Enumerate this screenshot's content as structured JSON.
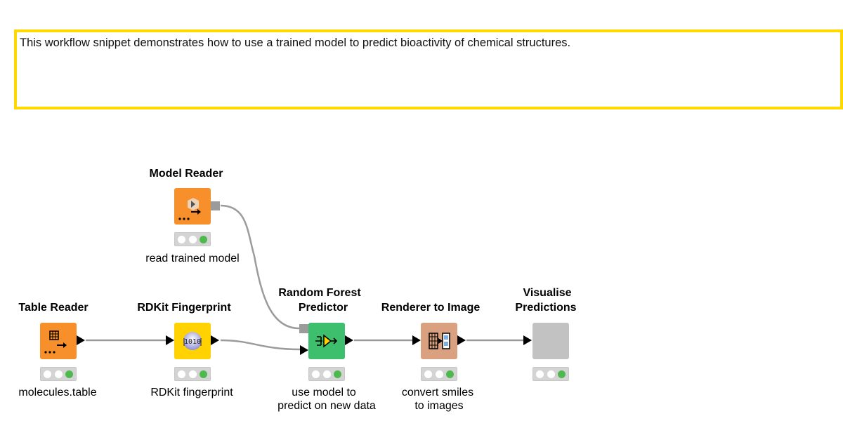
{
  "annotation": {
    "text": "This workflow snippet demonstrates how to use a trained model to predict bioactivity of chemical structures.",
    "border_color": "#ffd800"
  },
  "nodes": {
    "model_reader": {
      "title": "Model Reader",
      "label": "read trained model",
      "color": "#f7902b",
      "icon": "model-reader-icon",
      "status": "green"
    },
    "table_reader": {
      "title": "Table Reader",
      "label": "molecules.table",
      "color": "#f7902b",
      "icon": "table-reader-icon",
      "status": "green"
    },
    "rdkit_fingerprint": {
      "title": "RDKit Fingerprint",
      "label": "RDKit fingerprint",
      "color": "#ffd200",
      "icon": "fingerprint-icon",
      "status": "green"
    },
    "rf_predictor": {
      "title_line1": "Random Forest",
      "title_line2": "Predictor",
      "label_line1": "use model to",
      "label_line2": "predict on new data",
      "color": "#3dbf6e",
      "icon": "predictor-icon",
      "status": "green"
    },
    "renderer_to_image": {
      "title": "Renderer to Image",
      "label_line1": "convert smiles",
      "label_line2": "to images",
      "color": "#d9a17f",
      "icon": "renderer-icon",
      "status": "green"
    },
    "visualise_predictions": {
      "title_line1": "Visualise",
      "title_line2": "Predictions",
      "color": "#c2c2c2",
      "icon": "component-icon",
      "status": "green"
    }
  },
  "colors": {
    "wire": "#9b9b9b",
    "status_green": "#4fb94f"
  }
}
